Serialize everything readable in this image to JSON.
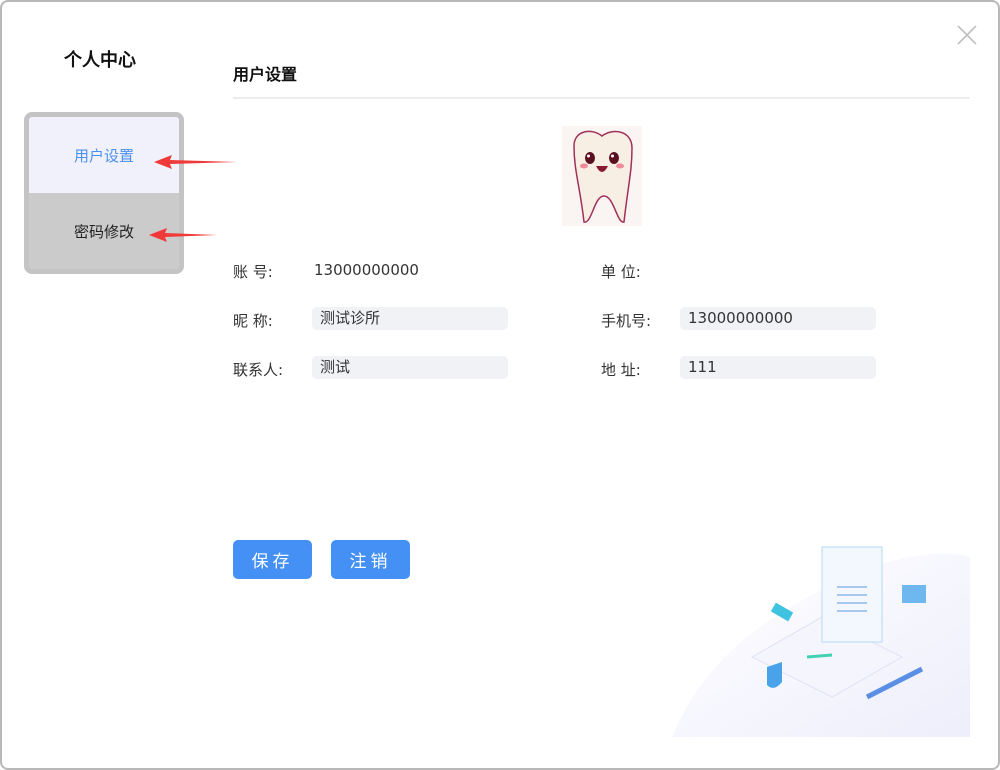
{
  "sidebar": {
    "title": "个人中心",
    "items": [
      {
        "label": "用户设置"
      },
      {
        "label": "密码修改"
      }
    ]
  },
  "main": {
    "title": "用户设置",
    "fields": {
      "account": {
        "label": "账  号:",
        "value": "13000000000"
      },
      "unit": {
        "label": "单  位:",
        "value": ""
      },
      "nickname": {
        "label": "昵  称:",
        "value": "测试诊所"
      },
      "phone": {
        "label": "手机号:",
        "value": "13000000000"
      },
      "contact": {
        "label": "联系人:",
        "value": "测试"
      },
      "address": {
        "label": "地  址:",
        "value": "111"
      }
    },
    "buttons": {
      "save": "保存",
      "logout": "注销"
    }
  },
  "colors": {
    "accent": "#4590f5",
    "arrow": "#f03a3a"
  }
}
